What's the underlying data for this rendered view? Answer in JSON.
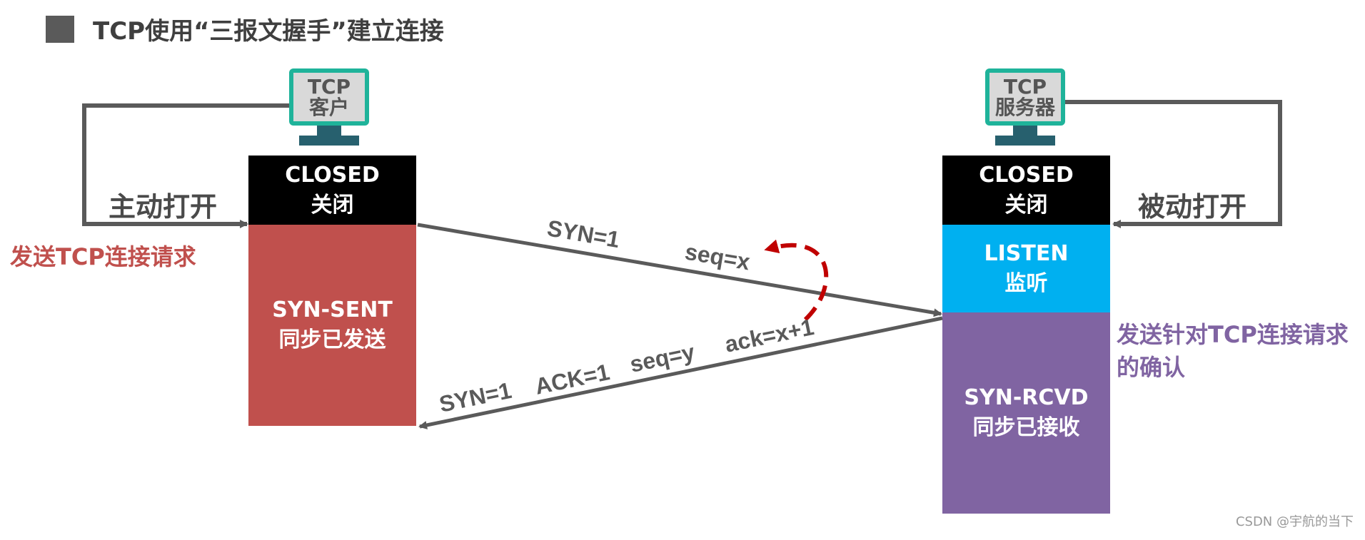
{
  "title": "TCP使用“三报文握手”建立连接",
  "client": {
    "monitor_line1": "TCP",
    "monitor_line2": "客户",
    "closed_line1": "CLOSED",
    "closed_line2": "关闭",
    "synsent_line1": "SYN-SENT",
    "synsent_line2": "同步已发送",
    "open_label": "主动打开",
    "note": "发送TCP连接请求"
  },
  "server": {
    "monitor_line1": "TCP",
    "monitor_line2": "服务器",
    "closed_line1": "CLOSED",
    "closed_line2": "关闭",
    "listen_line1": "LISTEN",
    "listen_line2": "监听",
    "synrcvd_line1": "SYN-RCVD",
    "synrcvd_line2": "同步已接收",
    "open_label": "被动打开",
    "note_line1": "发送针对TCP连接请求",
    "note_line2": "的确认"
  },
  "messages": {
    "m1_syn": "SYN=1",
    "m1_seq": "seq=x",
    "m2_syn": "SYN=1",
    "m2_ack": "ACK=1",
    "m2_seq": "seq=y",
    "m2_acknum": "ack=x+1"
  },
  "colors": {
    "closed": "#000000",
    "synsent": "#c0504d",
    "listen": "#00b0f0",
    "synrcvd": "#8064a2",
    "monitor_border": "#1fb39a",
    "monitor_stand": "#27606e",
    "arrow": "#5a5a5a",
    "dashed_arc": "#c00000"
  },
  "watermark": "CSDN @宇航的当下"
}
